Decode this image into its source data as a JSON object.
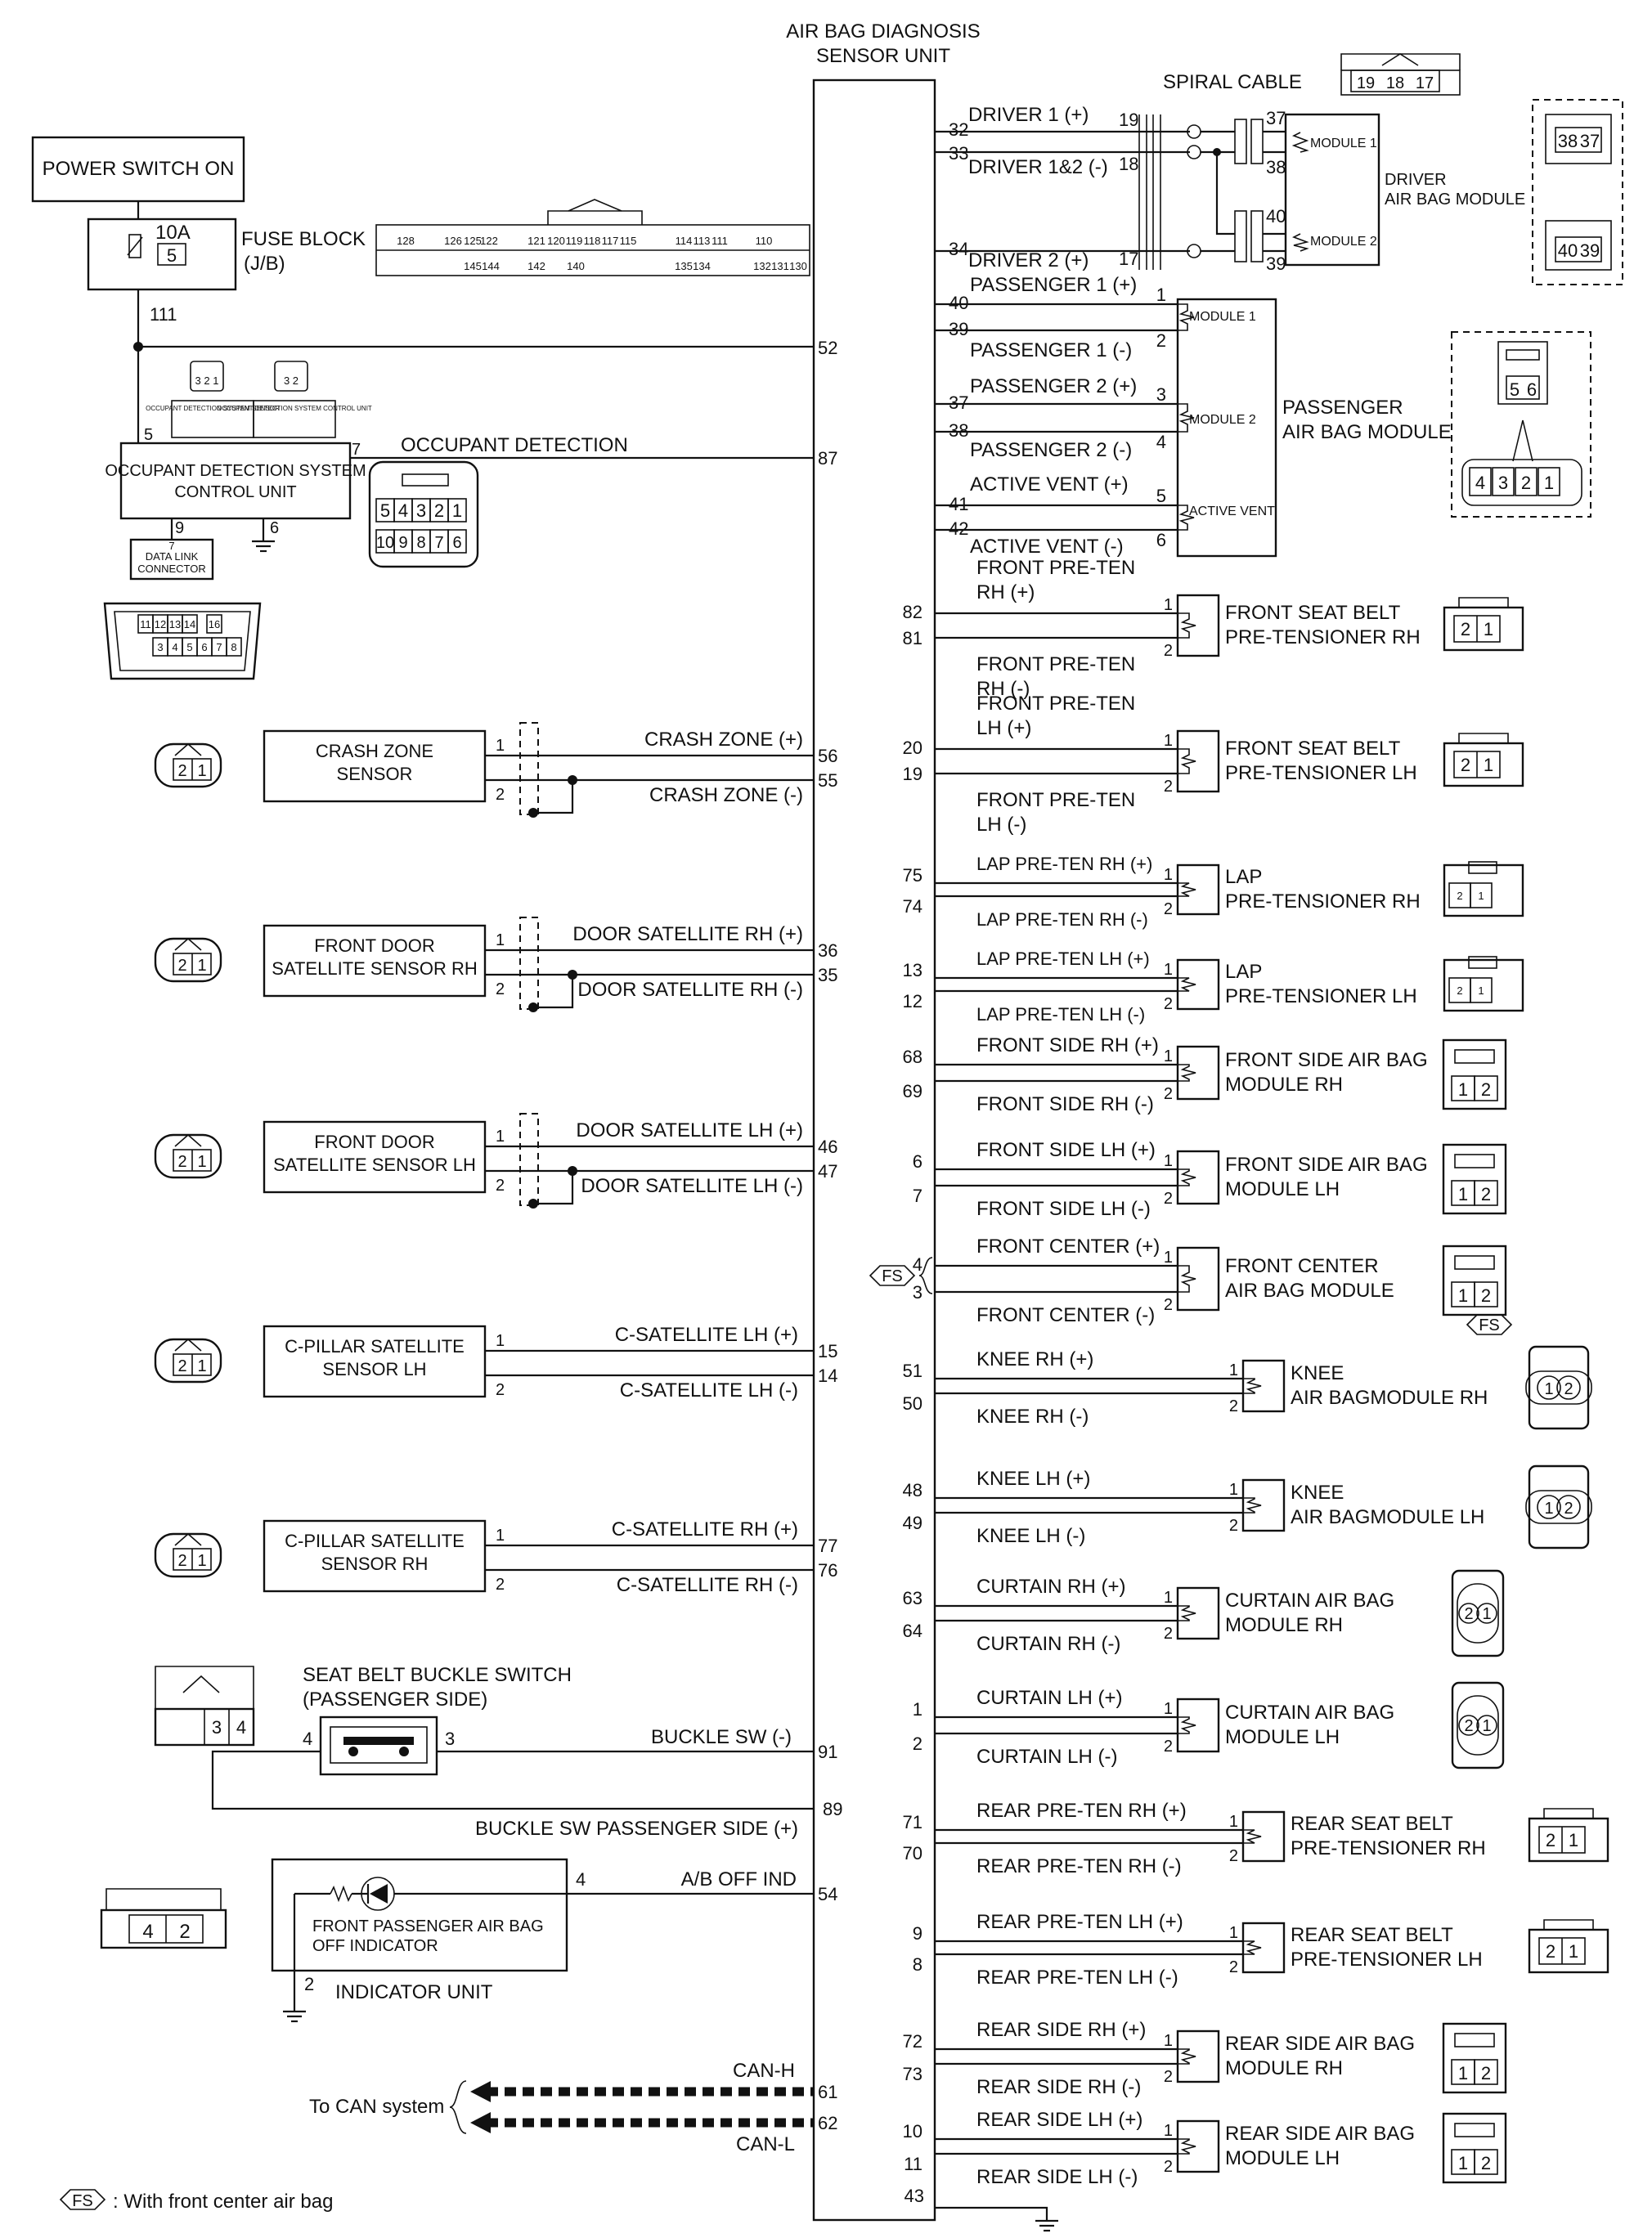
{
  "unit": {
    "title_line1": "AIR BAG DIAGNOSIS",
    "title_line2": "SENSOR UNIT"
  },
  "power": {
    "switch_label": "POWER SWITCH ON",
    "fuse_amp": "10A",
    "fuse_no": "5",
    "fuse_block_label": "FUSE BLOCK",
    "fuse_block_sub": "(J/B)",
    "wire_111": "111"
  },
  "jb_connector": {
    "row1": [
      "128",
      "126",
      "125",
      "122",
      "121",
      "120",
      "119",
      "118",
      "117",
      "115",
      "114",
      "113",
      "111",
      "110"
    ],
    "row2": [
      "145",
      "144",
      "142",
      "140",
      "135",
      "134",
      "132",
      "131",
      "130"
    ]
  },
  "occupant": {
    "unit_line1": "OCCUPANT DETECTION SYSTEM",
    "unit_line2": "CONTROL UNIT",
    "signal": "OCCUPANT DETECTION",
    "pin5": "5",
    "pin7": "7",
    "pin9": "9",
    "pin6": "6",
    "unit_pin52": "52",
    "unit_pin87": "87",
    "conn_row1": [
      "5",
      "4",
      "3",
      "2",
      "1"
    ],
    "conn_row2": [
      "10",
      "9",
      "8",
      "7",
      "6"
    ],
    "small_conn1": "3 2 1",
    "small_conn2": "3 2",
    "small_conn1_label": "OCCUPANT DETECTION SYSTEM SENSOR",
    "small_conn2_label": "OCCUPANT DETECTION SYSTEM CONTROL UNIT",
    "dlc_pin": "7",
    "dlc_line1": "DATA LINK",
    "dlc_line2": "CONNECTOR",
    "dlc_row1": [
      "11",
      "12",
      "13",
      "14",
      "16"
    ],
    "dlc_row2": [
      "3",
      "4",
      "5",
      "6",
      "7",
      "8"
    ]
  },
  "left_sensors": [
    {
      "name1": "CRASH ZONE",
      "name2": "SENSOR",
      "sig1": "CRASH ZONE (+)",
      "sig2": "CRASH ZONE (-)",
      "pa": "56",
      "pb": "55",
      "c1": "1",
      "c2": "2",
      "shield": true
    },
    {
      "name1": "FRONT DOOR",
      "name2": "SATELLITE SENSOR RH",
      "sig1": "DOOR SATELLITE RH (+)",
      "sig2": "DOOR SATELLITE RH (-)",
      "pa": "36",
      "pb": "35",
      "c1": "1",
      "c2": "2",
      "shield": true
    },
    {
      "name1": "FRONT DOOR",
      "name2": "SATELLITE SENSOR LH",
      "sig1": "DOOR SATELLITE LH (+)",
      "sig2": "DOOR SATELLITE LH (-)",
      "pa": "46",
      "pb": "47",
      "c1": "1",
      "c2": "2",
      "shield": true
    },
    {
      "name1": "C-PILLAR SATELLITE",
      "name2": "SENSOR LH",
      "sig1": "C-SATELLITE LH (+)",
      "sig2": "C-SATELLITE LH (-)",
      "pa": "15",
      "pb": "14",
      "c1": "1",
      "c2": "2",
      "shield": false
    },
    {
      "name1": "C-PILLAR SATELLITE",
      "name2": "SENSOR RH",
      "sig1": "C-SATELLITE RH (+)",
      "sig2": "C-SATELLITE RH (-)",
      "pa": "77",
      "pb": "76",
      "c1": "1",
      "c2": "2",
      "shield": false
    }
  ],
  "sensor_connector_pins": [
    "2",
    "1"
  ],
  "buckle": {
    "title1": "SEAT BELT BUCKLE SWITCH",
    "title2": "(PASSENGER SIDE)",
    "pin4": "4",
    "pin3": "3",
    "sig1": "BUCKLE SW (-)",
    "sig2": "BUCKLE SW PASSENGER SIDE (+)",
    "pa": "91",
    "pb": "89",
    "conn": [
      "3",
      "4"
    ]
  },
  "indicator": {
    "label1": "FRONT PASSENGER AIR BAG",
    "label2": "OFF INDICATOR",
    "unit_label": "INDICATOR UNIT",
    "pin4": "4",
    "pin2": "2",
    "sig": "A/B OFF IND",
    "pa": "54",
    "conn": [
      "4",
      "2"
    ]
  },
  "can": {
    "to_label": "To CAN system",
    "h_label": "CAN-H",
    "l_label": "CAN-L",
    "h_pin": "61",
    "l_pin": "62"
  },
  "ground_pin": "43",
  "legend": {
    "fs": "FS",
    "text": ": With front center air bag"
  },
  "spiral": {
    "title": "SPIRAL CABLE",
    "conn": [
      "19",
      "18",
      "17"
    ],
    "driver1": "DRIVER 1 (+)",
    "driver12": "DRIVER 1&2 (-)",
    "driver2": "DRIVER 2 (+)",
    "p32": "32",
    "p33": "33",
    "p34": "34",
    "s19": "19",
    "s18": "18",
    "s17": "17",
    "m37": "37",
    "m38": "38",
    "m40": "40",
    "m39": "39",
    "module1": "MODULE 1",
    "module2": "MODULE 2",
    "driver_label1": "DRIVER",
    "driver_label2": "AIR BAG MODULE",
    "dconn1": [
      "38",
      "37"
    ],
    "dconn2": [
      "40",
      "39"
    ]
  },
  "passenger": {
    "p1p": "PASSENGER 1 (+)",
    "p1m": "PASSENGER 1 (-)",
    "p2p": "PASSENGER 2 (+)",
    "p2m": "PASSENGER 2 (-)",
    "avp": "ACTIVE VENT (+)",
    "avm": "ACTIVE VENT (-)",
    "pins": [
      "40",
      "39",
      "37",
      "38",
      "41",
      "42"
    ],
    "mpins": [
      "1",
      "2",
      "3",
      "4",
      "5",
      "6"
    ],
    "module1": "MODULE 1",
    "module2": "MODULE 2",
    "active": "ACTIVE VENT",
    "label1": "PASSENGER",
    "label2": "AIR BAG MODULE",
    "conn_top": [
      "5",
      "6"
    ],
    "conn_bot": [
      "4",
      "3",
      "2",
      "1"
    ]
  },
  "right_loads": [
    {
      "sp1": "FRONT PRE-TEN",
      "sp2": "RH (+)",
      "sm1": "FRONT PRE-TEN",
      "sm2": "RH (-)",
      "pa": "82",
      "pb": "81",
      "n1": "FRONT SEAT BELT",
      "n2": "PRE-TENSIONER RH",
      "conn": [
        "2",
        "1"
      ]
    },
    {
      "sp1": "FRONT PRE-TEN",
      "sp2": "LH (+)",
      "sm1": "FRONT PRE-TEN",
      "sm2": "LH (-)",
      "pa": "20",
      "pb": "19",
      "n1": "FRONT SEAT BELT",
      "n2": "PRE-TENSIONER LH",
      "conn": [
        "2",
        "1"
      ]
    },
    {
      "sp1": "LAP PRE-TEN RH (+)",
      "sp2": "",
      "sm1": "LAP PRE-TEN RH (-)",
      "sm2": "",
      "pa": "75",
      "pb": "74",
      "n1": "LAP",
      "n2": "PRE-TENSIONER RH",
      "conn": [
        "2",
        "1"
      ]
    },
    {
      "sp1": "LAP PRE-TEN LH (+)",
      "sp2": "",
      "sm1": "LAP PRE-TEN LH (-)",
      "sm2": "",
      "pa": "13",
      "pb": "12",
      "n1": "LAP",
      "n2": "PRE-TENSIONER LH",
      "conn": [
        "2",
        "1"
      ]
    },
    {
      "sp1": "FRONT SIDE RH (+)",
      "sp2": "",
      "sm1": "FRONT SIDE RH (-)",
      "sm2": "",
      "pa": "68",
      "pb": "69",
      "n1": "FRONT SIDE AIR BAG",
      "n2": "MODULE RH",
      "conn": [
        "1",
        "2"
      ]
    },
    {
      "sp1": "FRONT SIDE LH (+)",
      "sp2": "",
      "sm1": "FRONT SIDE LH (-)",
      "sm2": "",
      "pa": "6",
      "pb": "7",
      "n1": "FRONT SIDE AIR BAG",
      "n2": "MODULE LH",
      "conn": [
        "1",
        "2"
      ]
    },
    {
      "sp1": "FRONT CENTER (+)",
      "sp2": "",
      "sm1": "FRONT CENTER (-)",
      "sm2": "",
      "pa": "4",
      "pb": "3",
      "n1": "FRONT CENTER",
      "n2": "AIR BAG MODULE",
      "conn": [
        "1",
        "2"
      ]
    },
    {
      "sp1": "KNEE RH (+)",
      "sp2": "",
      "sm1": "KNEE RH (-)",
      "sm2": "",
      "pa": "51",
      "pb": "50",
      "n1": "KNEE",
      "n2": "AIR BAGMODULE RH",
      "conn": [
        "1",
        "2"
      ]
    },
    {
      "sp1": "KNEE LH (+)",
      "sp2": "",
      "sm1": "KNEE LH (-)",
      "sm2": "",
      "pa": "48",
      "pb": "49",
      "n1": "KNEE",
      "n2": "AIR BAGMODULE LH",
      "conn": [
        "1",
        "2"
      ]
    },
    {
      "sp1": "CURTAIN RH (+)",
      "sp2": "",
      "sm1": "CURTAIN RH (-)",
      "sm2": "",
      "pa": "63",
      "pb": "64",
      "n1": "CURTAIN AIR BAG",
      "n2": "MODULE RH",
      "conn": [
        "2",
        "1"
      ]
    },
    {
      "sp1": "CURTAIN LH (+)",
      "sp2": "",
      "sm1": "CURTAIN LH (-)",
      "sm2": "",
      "pa": "1",
      "pb": "2",
      "n1": "CURTAIN AIR BAG",
      "n2": "MODULE LH",
      "conn": [
        "2",
        "1"
      ]
    },
    {
      "sp1": "REAR PRE-TEN RH (+)",
      "sp2": "",
      "sm1": "REAR PRE-TEN RH (-)",
      "sm2": "",
      "pa": "71",
      "pb": "70",
      "n1": "REAR SEAT BELT",
      "n2": "PRE-TENSIONER RH",
      "conn": [
        "2",
        "1"
      ]
    },
    {
      "sp1": "REAR PRE-TEN LH (+)",
      "sp2": "",
      "sm1": "REAR PRE-TEN LH (-)",
      "sm2": "",
      "pa": "9",
      "pb": "8",
      "n1": "REAR SEAT BELT",
      "n2": "PRE-TENSIONER LH",
      "conn": [
        "2",
        "1"
      ]
    },
    {
      "sp1": "REAR SIDE RH (+)",
      "sp2": "",
      "sm1": "REAR SIDE RH (-)",
      "sm2": "",
      "pa": "72",
      "pb": "73",
      "n1": "REAR SIDE AIR BAG",
      "n2": "MODULE RH",
      "conn": [
        "1",
        "2"
      ]
    },
    {
      "sp1": "REAR SIDE LH (+)",
      "sp2": "",
      "sm1": "REAR SIDE LH (-)",
      "sm2": "",
      "pa": "10",
      "pb": "11",
      "n1": "REAR SIDE AIR BAG",
      "n2": "MODULE LH",
      "conn": [
        "1",
        "2"
      ]
    }
  ],
  "load_pins": [
    "1",
    "2"
  ]
}
